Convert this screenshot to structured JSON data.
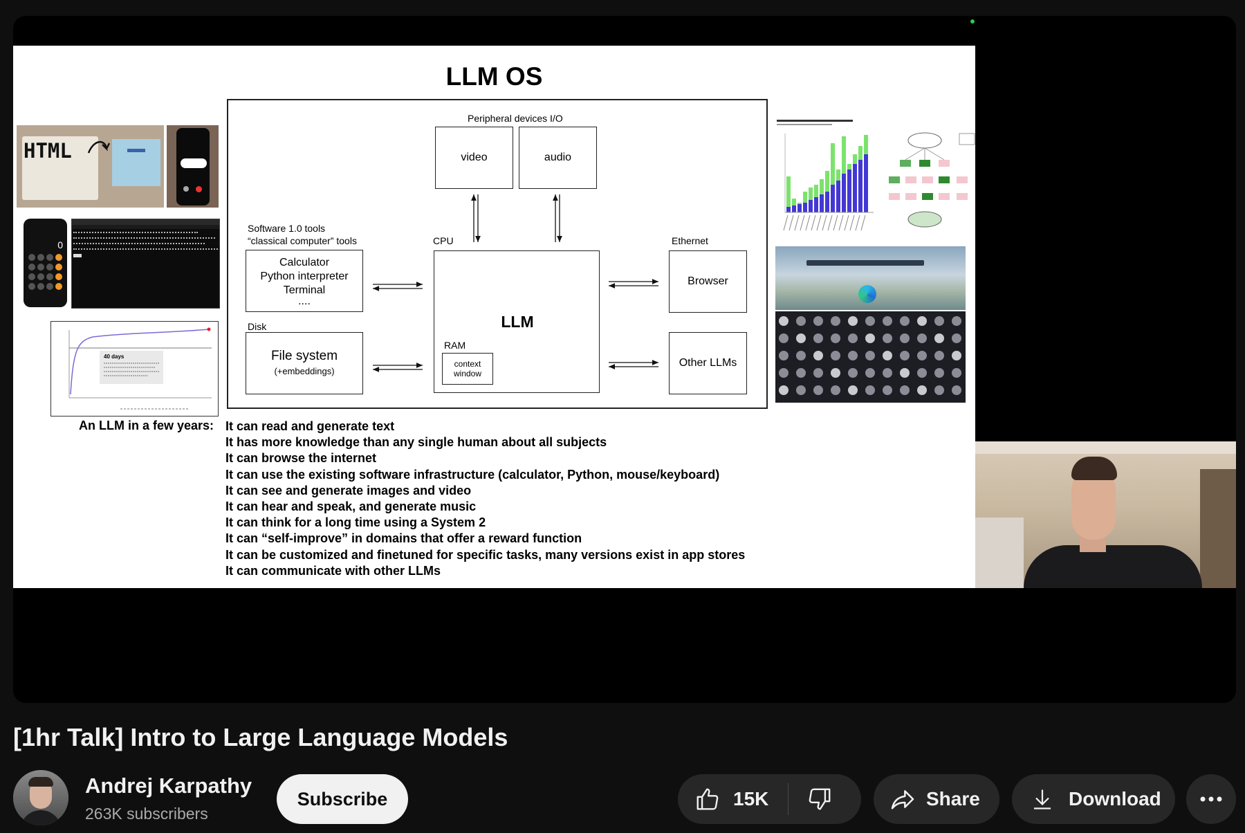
{
  "video": {
    "title": "[1hr Talk] Intro to Large Language Models"
  },
  "slide": {
    "title": "LLM OS",
    "peripheral_label": "Peripheral devices I/O",
    "video_box": "video",
    "audio_box": "audio",
    "software_label_1": "Software 1.0 tools",
    "software_label_2": "“classical computer” tools",
    "cpu_label": "CPU",
    "ethernet_label": "Ethernet",
    "tools_box": [
      "Calculator",
      "Python interpreter",
      "Terminal",
      "...."
    ],
    "disk_label": "Disk",
    "filesystem_box": [
      "File system",
      "(+embeddings)"
    ],
    "llm_box": "LLM",
    "ram_label": "RAM",
    "context_window_box": [
      "context",
      "window"
    ],
    "browser_box": "Browser",
    "other_llms_box": "Other LLMs",
    "capabilities_heading": "An LLM in a few years:",
    "capabilities": [
      "It can read and generate text",
      "It has more knowledge than any single human about all subjects",
      "It can browse the internet",
      "It can use the existing software infrastructure (calculator, Python, mouse/keyboard)",
      "It can see and generate images and video",
      "It can hear and speak, and generate music",
      "It can think for a long time using a System 2",
      "It can “self-improve” in domains that offer a reward function",
      "It can be customized and finetuned for specific tasks, many versions exist in app stores",
      "It can communicate with other LLMs"
    ],
    "thumb_html": "HTML",
    "thumb_calc_display": "0",
    "thumb_go_caption": "40 days"
  },
  "channel": {
    "name": "Andrej Karpathy",
    "subscribers": "263K subscribers",
    "subscribe_label": "Subscribe"
  },
  "actions": {
    "likes": "15K",
    "share_label": "Share",
    "download_label": "Download"
  },
  "icons": {
    "like": "thumbs-up-icon",
    "dislike": "thumbs-down-icon",
    "share": "share-arrow-icon",
    "download": "download-icon",
    "more": "more-horizontal-icon"
  },
  "colors": {
    "page_bg": "#0f0f0f",
    "button_bg": "#272727",
    "subscribe_bg": "#f1f1f1",
    "text": "#f1f1f1",
    "secondary_text": "#aaaaaa"
  }
}
